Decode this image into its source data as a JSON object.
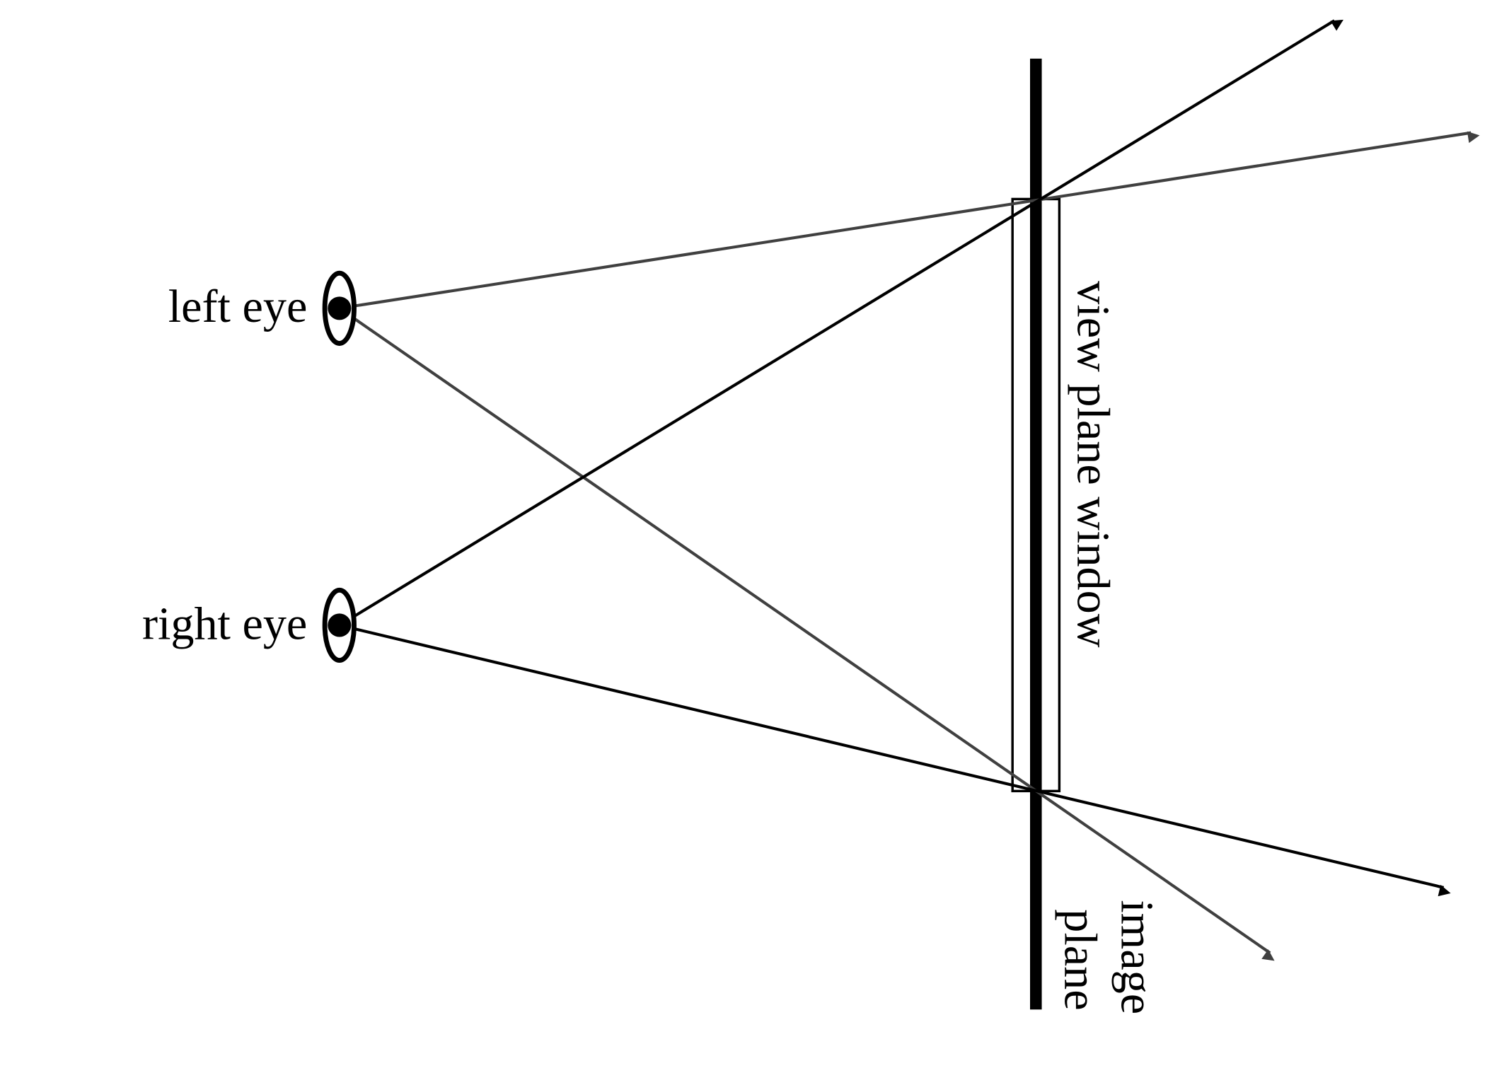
{
  "labels": {
    "left_eye": "left eye",
    "right_eye": "right eye",
    "view_plane_window": "view plane window",
    "image_plane_line1": "image",
    "image_plane_line2": "plane"
  },
  "colors": {
    "left_eye_rays": "#404040",
    "right_eye_rays": "#000000",
    "image_plane": "#000000"
  }
}
